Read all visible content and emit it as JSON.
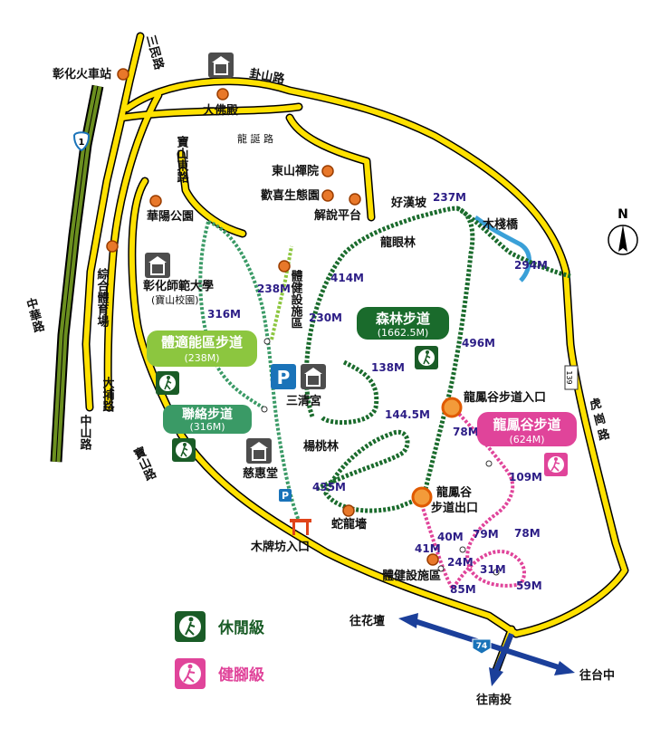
{
  "roads": {
    "sanmin": "三民路",
    "guashan": "卦山路",
    "longdeng": "龍 誕 路",
    "baoshan_east": "寶山東路",
    "zhonghua": "中華路",
    "dapu": "大埔路",
    "zhongshan": "中山路",
    "baoshan": "寶山路",
    "huwei": "虎 崗 路"
  },
  "road_shields": {
    "prov_1": "1",
    "r139": "139",
    "r74": "74"
  },
  "places": {
    "train_station": "彰化火車站",
    "big_buddha": "大佛殿",
    "dongshan_temple": "東山禪院",
    "ecology_park": "歡喜生態園",
    "interpret_platform": "解說平台",
    "huayang_park": "華陽公園",
    "stadium": "綜合體育場",
    "university": "彰化師範大學",
    "university_sub": "(寶山校園)",
    "fitness_area": "體健設施區",
    "sanqing": "三清宮",
    "cihui": "慈惠堂",
    "yangtaolin": "楊桃林",
    "snake_dragon": "蛇龍墻",
    "longyan": "龍眼林",
    "haohan": "好漢坡",
    "wood_bridge": "木棧橋",
    "longfeng_entry": "龍鳳谷步道入口",
    "longfeng_exit_1": "龍鳳谷",
    "longfeng_exit_2": "步道出口",
    "fitness_area_2": "體健設施區",
    "paifang_entry": "木牌坊入口",
    "to_huatan": "往花壇",
    "to_nantou": "往南投",
    "to_taichung": "往台中"
  },
  "trails": {
    "fitness": {
      "name": "體適能區步道",
      "length": "(238M)",
      "color": "#8cc63f"
    },
    "link": {
      "name": "聯絡步道",
      "length": "(316M)",
      "color": "#3a9a66"
    },
    "forest": {
      "name": "森林步道",
      "length": "(1662.5M)",
      "color": "#1a6b2c"
    },
    "longfeng": {
      "name": "龍鳳谷步道",
      "length": "(624M)",
      "color": "#e0449a"
    }
  },
  "distances": {
    "d238": "238M",
    "d316": "316M",
    "d414": "414M",
    "d230": "230M",
    "d138": "138M",
    "d144": "144.5M",
    "d435": "435M",
    "d237": "237M",
    "d294": "294M",
    "d496": "496M",
    "d78a": "78M",
    "d109": "109M",
    "d78b": "78M",
    "d79": "79M",
    "d40": "40M",
    "d41": "41M",
    "d24": "24M",
    "d31": "31M",
    "d85": "85M",
    "d59": "59M"
  },
  "legend": {
    "leisure": "休閒級",
    "hiking": "健腳級"
  },
  "compass": "N",
  "parking": "P"
}
